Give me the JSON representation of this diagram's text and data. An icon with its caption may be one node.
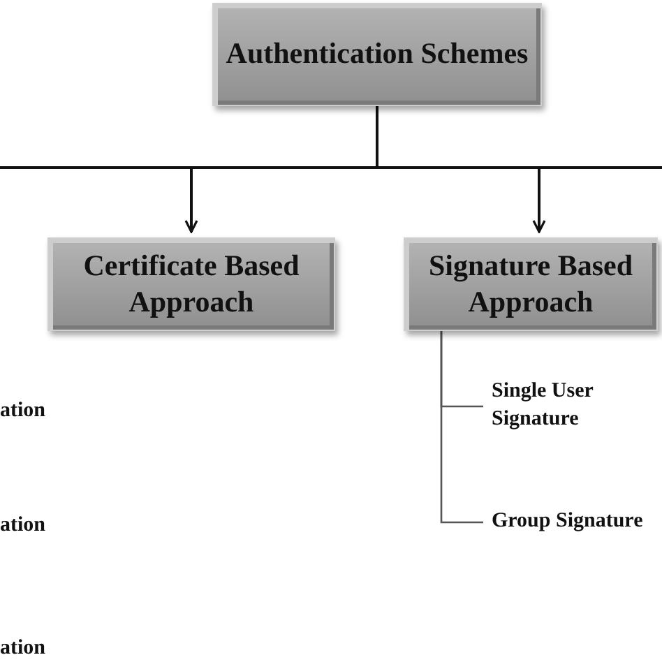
{
  "diagram": {
    "nodes": [
      {
        "text": [
          "Authentication Schemes"
        ]
      },
      {
        "text": [
          "Certificate Based Approach"
        ]
      },
      {
        "text": [
          "Signature Based Approach"
        ]
      },
      {
        "text": [
          "Single User Signature"
        ]
      },
      {
        "text": [
          "Group Signature"
        ]
      }
    ],
    "edges": [
      {
        "from": 0,
        "to": 1,
        "arrow": "to"
      },
      {
        "from": 0,
        "to": 2,
        "arrow": "to"
      },
      {
        "from": 0,
        "to": null,
        "arrow": "none"
      },
      {
        "from": 0,
        "to": null,
        "arrow": "none"
      },
      {
        "from": 2,
        "to": 3,
        "arrow": "none"
      },
      {
        "from": 2,
        "to": 4,
        "arrow": "none"
      }
    ],
    "labels": [
      "ation",
      "ation",
      "ation"
    ]
  }
}
